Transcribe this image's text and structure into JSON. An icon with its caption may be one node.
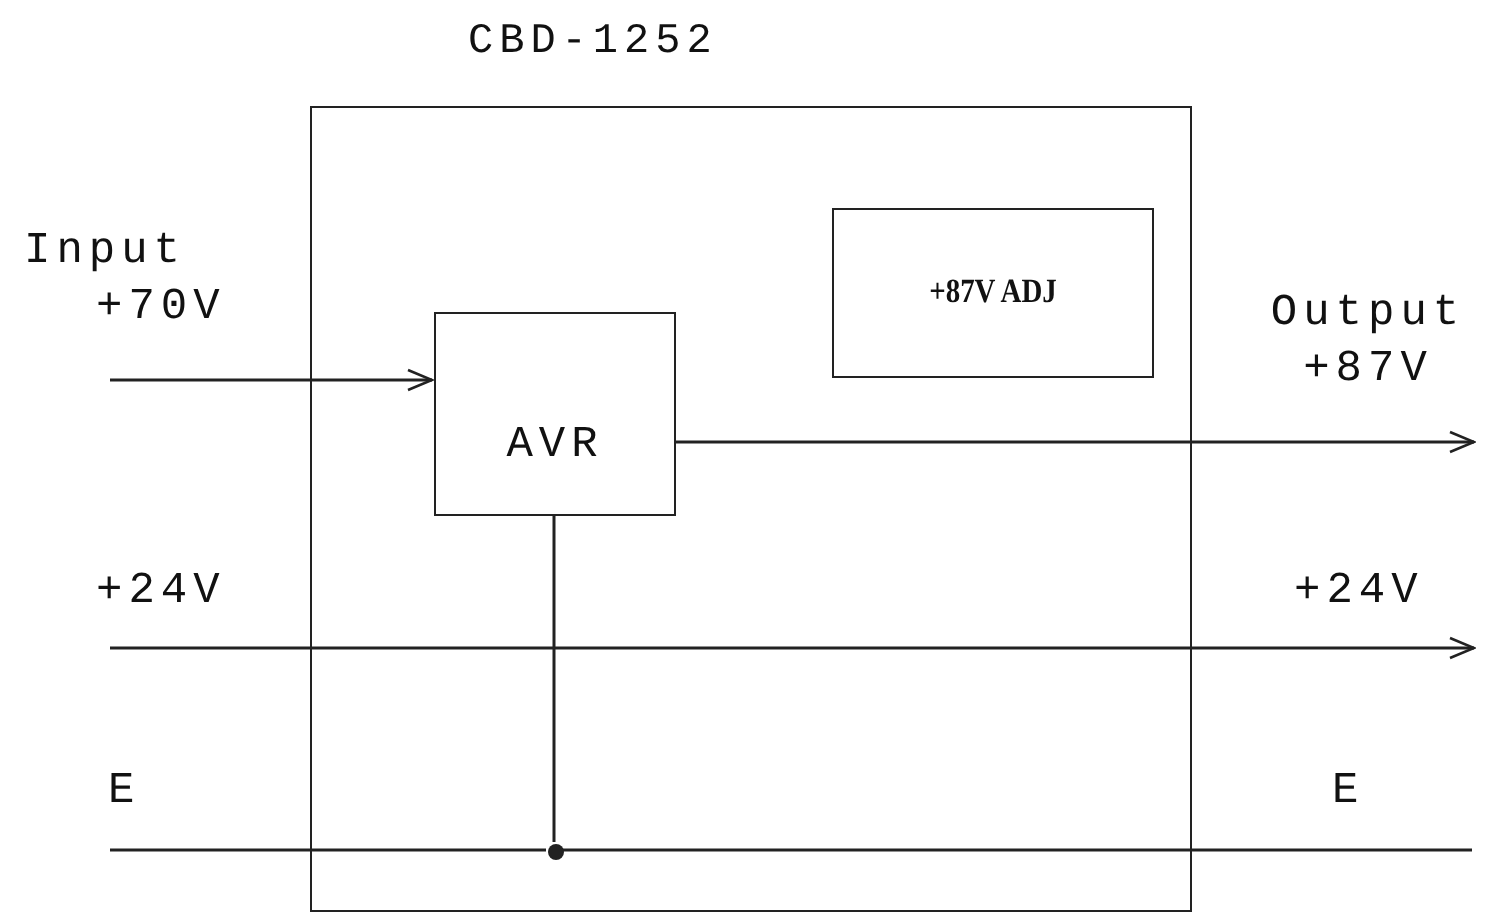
{
  "diagram": {
    "nodes": [
      {
        "text": [
          "CBD-1252"
        ]
      },
      {
        "text": [
          "AVR"
        ],
        "in": 0
      },
      {
        "text": [
          "+87V ADJ"
        ],
        "in": 0
      },
      {
        "text": [
          "Input +70V"
        ]
      },
      {
        "text": [
          "Output +87V"
        ]
      },
      {
        "text": [
          "+24V"
        ]
      },
      {
        "text": [
          "+24V"
        ]
      },
      {
        "text": [
          "E"
        ]
      },
      {
        "text": [
          "E"
        ]
      },
      {
        "text": [],
        "shape": "circle",
        "in": 0
      }
    ],
    "edges": [
      {
        "from": 3,
        "to": 1,
        "arrow": "to"
      },
      {
        "from": 1,
        "to": 4,
        "arrow": "to"
      },
      {
        "from": 5,
        "to": 6,
        "arrow": "to"
      },
      {
        "from": 7,
        "to": 9,
        "arrow": "none"
      },
      {
        "from": 9,
        "to": 8,
        "arrow": "none"
      },
      {
        "from": 1,
        "to": 9,
        "arrow": "none"
      }
    ]
  }
}
